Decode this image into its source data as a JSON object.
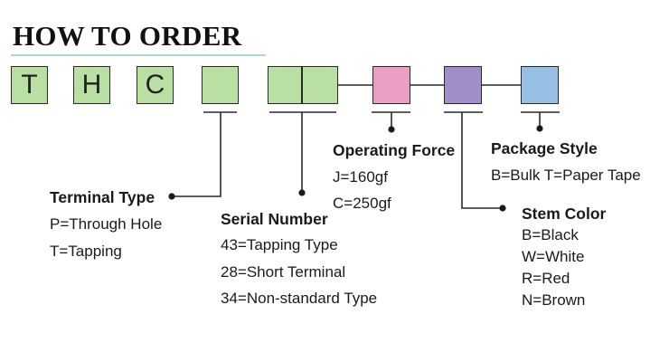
{
  "title": "HOW TO ORDER",
  "code_boxes": [
    "T",
    "H",
    "C"
  ],
  "colors": {
    "green": "#b9dfa3",
    "pink": "#ec9fc5",
    "purple": "#9f8ec8",
    "blue": "#97bfe3",
    "rule": "#a8dcc4"
  },
  "terminal_type": {
    "heading": "Terminal Type",
    "options": [
      "P=Through Hole",
      "T=Tapping"
    ]
  },
  "serial_number": {
    "heading": "Serial Number",
    "options": [
      "43=Tapping Type",
      "28=Short Terminal",
      "34=Non-standard Type"
    ]
  },
  "operating_force": {
    "heading": "Operating Force",
    "options": [
      "J=160gf",
      "C=250gf"
    ]
  },
  "package_style": {
    "heading": "Package Style",
    "options": [
      "B=Bulk T=Paper Tape"
    ]
  },
  "stem_color": {
    "heading": "Stem Color",
    "options": [
      "B=Black",
      "W=White",
      "R=Red",
      "N=Brown"
    ]
  }
}
